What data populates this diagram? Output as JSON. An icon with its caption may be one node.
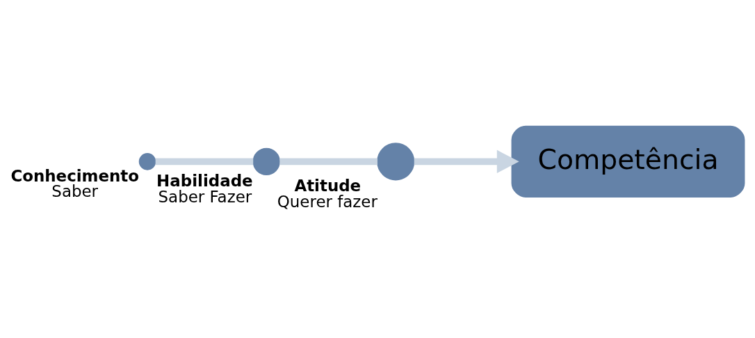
{
  "diagram": {
    "nodes": [
      {
        "text": [],
        "shape": "circle",
        "beside": [
          "Conhecimento",
          "Saber"
        ]
      },
      {
        "text": [],
        "shape": "circle",
        "beside": [
          "Habilidade",
          "Saber Fazer"
        ]
      },
      {
        "text": [],
        "shape": "circle",
        "beside": [
          "Atitude",
          "Querer fazer"
        ]
      },
      {
        "text": [
          "Competência"
        ]
      }
    ],
    "edges": [
      {
        "from": 0,
        "to": 1,
        "arrow": "none"
      },
      {
        "from": 1,
        "to": 2,
        "arrow": "none"
      },
      {
        "from": 2,
        "to": 3,
        "arrow": "to"
      }
    ]
  }
}
